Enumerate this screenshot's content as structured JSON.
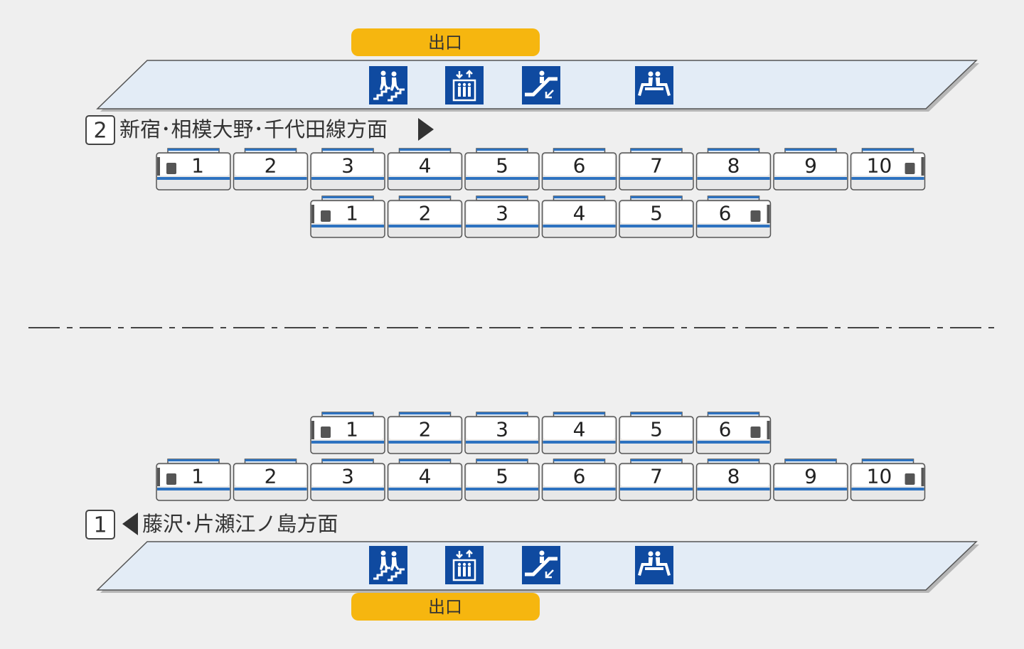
{
  "exit_label": "出口",
  "platform2": {
    "track_number": "2",
    "direction": "新宿･相模大野･千代田線方面",
    "direction_arrow": "right",
    "facilities": [
      "stairs-icon",
      "elevator-icon",
      "escalator-icon",
      "waiting-room-icon"
    ]
  },
  "platform1": {
    "track_number": "1",
    "direction": "藤沢･片瀬江ノ島方面",
    "direction_arrow": "left",
    "facilities": [
      "stairs-icon",
      "elevator-icon",
      "escalator-icon",
      "waiting-room-icon"
    ]
  },
  "trains": {
    "track2_long": [
      "1",
      "2",
      "3",
      "4",
      "5",
      "6",
      "7",
      "8",
      "9",
      "10"
    ],
    "track2_short": [
      "1",
      "2",
      "3",
      "4",
      "5",
      "6"
    ],
    "track1_short": [
      "1",
      "2",
      "3",
      "4",
      "5",
      "6"
    ],
    "track1_long": [
      "1",
      "2",
      "3",
      "4",
      "5",
      "6",
      "7",
      "8",
      "9",
      "10"
    ]
  },
  "colors": {
    "background": "#efefef",
    "platform_fill": "#e3ecf6",
    "exit_badge": "#f6b60f",
    "icon_blue": "#0f4aa0",
    "car_stripe": "#2d72c0"
  }
}
